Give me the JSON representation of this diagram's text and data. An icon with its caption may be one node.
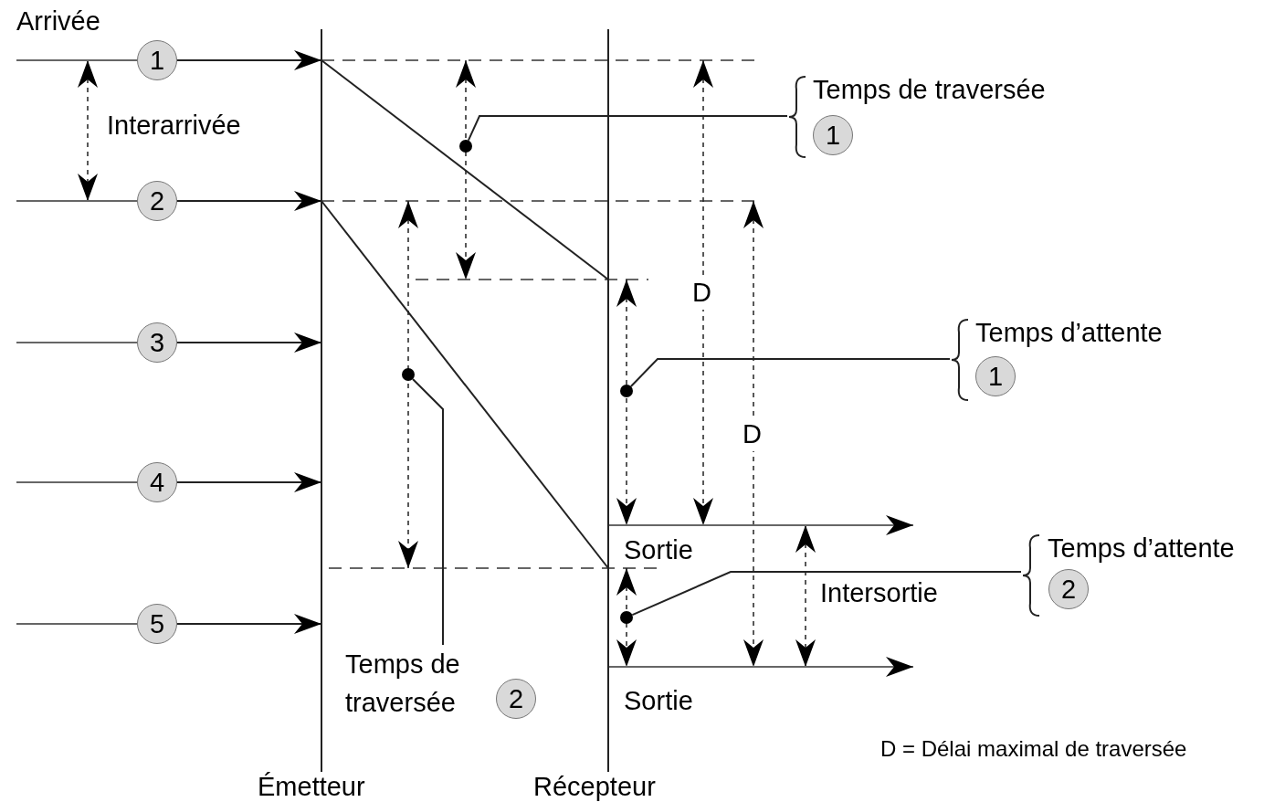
{
  "diagram": {
    "nodes": [
      {
        "text": [
          "1"
        ]
      },
      {
        "text": [
          "2"
        ]
      },
      {
        "text": [
          "3"
        ]
      },
      {
        "text": [
          "4"
        ]
      },
      {
        "text": [
          "5"
        ]
      },
      {
        "text": [
          "Temps de traversée"
        ]
      },
      {
        "text": [
          "1"
        ],
        "in": 5
      },
      {
        "text": [
          "Temps d’attente"
        ]
      },
      {
        "text": [
          "1"
        ],
        "in": 7
      },
      {
        "text": [
          "Temps d’attente"
        ]
      },
      {
        "text": [
          "2"
        ],
        "in": 9
      },
      {
        "text": [
          "Temps de traversée"
        ]
      },
      {
        "text": [
          "2"
        ],
        "in": 11
      },
      {
        "text": [],
        "shape": "circle"
      },
      {
        "text": [],
        "shape": "circle"
      },
      {
        "text": [],
        "shape": "circle"
      },
      {
        "text": [],
        "shape": "circle"
      },
      {
        "text": [
          "Émetteur"
        ]
      },
      {
        "text": [
          "Récepteur"
        ]
      }
    ],
    "edges": [
      {
        "from": 0,
        "to": 17,
        "arrow": "to"
      },
      {
        "from": 1,
        "to": 17,
        "arrow": "to"
      },
      {
        "from": 2,
        "to": 17,
        "arrow": "to"
      },
      {
        "from": 3,
        "to": 17,
        "arrow": "to"
      },
      {
        "from": 4,
        "to": 17,
        "arrow": "to"
      },
      {
        "from": 5,
        "to": 13,
        "arrow": "none"
      },
      {
        "from": 7,
        "to": 14,
        "arrow": "none"
      },
      {
        "from": 9,
        "to": 15,
        "arrow": "none"
      },
      {
        "from": 11,
        "to": 16,
        "arrow": "none"
      },
      {
        "from": 17,
        "to": 18,
        "arrow": "none"
      },
      {
        "from": 17,
        "to": 18,
        "arrow": "none"
      },
      {
        "from": 18,
        "to": null,
        "arrow": "to"
      },
      {
        "from": 18,
        "to": null,
        "arrow": "to"
      }
    ],
    "labels": [
      "Arrivée",
      "Interarrivée",
      "D",
      "D",
      "Sortie",
      "Sortie",
      "Intersortie",
      "D = Délai maximal de traversée"
    ]
  }
}
